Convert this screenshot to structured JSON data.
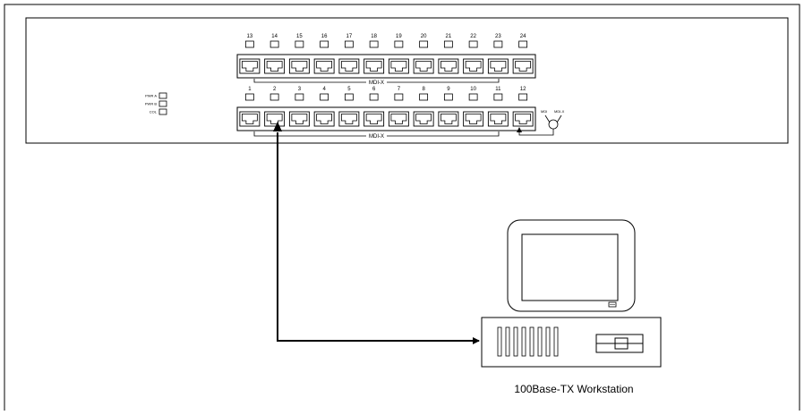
{
  "hub": {
    "top_ports": [
      "13",
      "14",
      "15",
      "16",
      "17",
      "18",
      "19",
      "20",
      "21",
      "22",
      "23",
      "24"
    ],
    "bottom_ports": [
      "1",
      "2",
      "3",
      "4",
      "5",
      "6",
      "7",
      "8",
      "9",
      "10",
      "11",
      "12"
    ],
    "top_bank_label": "MDI-X",
    "bottom_bank_label": "MDI-X",
    "status_leds": [
      "PWR A",
      "PWR B",
      "COL"
    ],
    "uplink_switch": {
      "left_label": "MDI",
      "right_label": "MDI-X"
    },
    "connected_port": "2"
  },
  "workstation": {
    "caption": "100Base-TX Workstation"
  }
}
